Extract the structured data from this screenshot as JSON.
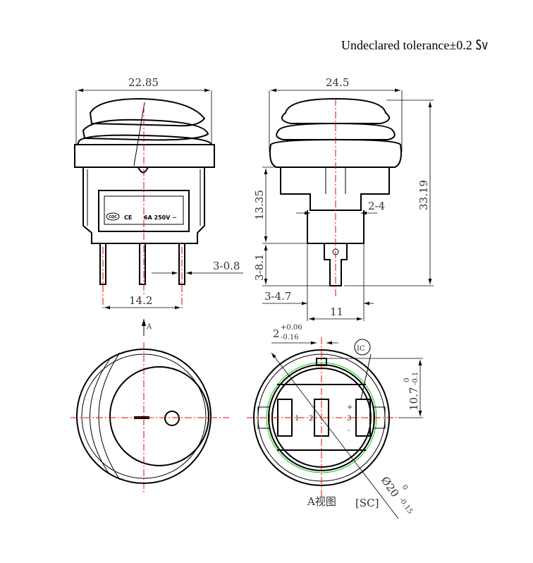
{
  "note": "Undeclared tolerance±0.2 ㏜",
  "front_view": {
    "width_dim": "22.85",
    "pin_pitch_dim": "14.2",
    "pin_thickness_dim": "3-0.8",
    "rating_label": "6A 250V ~",
    "ce_mark": "CE",
    "cert_mark": "CQC",
    "view_arrow_label": "A"
  },
  "side_view": {
    "width_dim": "24.5",
    "height_dim": "33.19",
    "body_height_dim": "13.35",
    "terminal_length_dim": "3-8.1",
    "terminal_width_dim": "3-4.7",
    "slot_dim": "2-4",
    "base_width_dim": "11"
  },
  "bottom_view": {
    "key_width_base": "2",
    "key_width_tol_upper": "+0.06",
    "key_width_tol_lower": "-0.16",
    "ic_label": "IC",
    "flat_dim_base": "10.7",
    "flat_dim_tol_upper": "0",
    "flat_dim_tol_lower": "-0.1",
    "diameter_base": "Ø20",
    "diameter_tol_upper": "0",
    "diameter_tol_lower": "-0.15",
    "view_caption": "A视图",
    "scale_label": "[SC]",
    "terminals": [
      "1",
      "2",
      "3"
    ],
    "plus_sign": "+",
    "minus_sign": "-"
  }
}
